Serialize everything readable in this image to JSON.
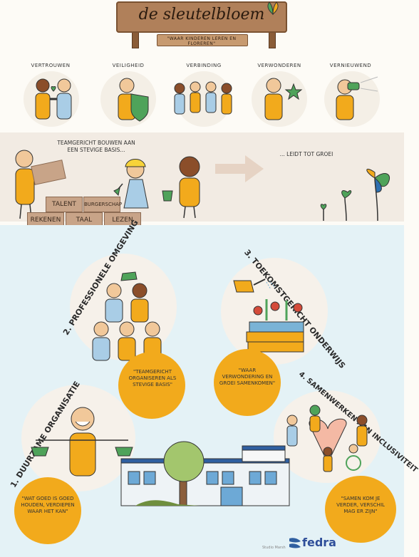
{
  "header": {
    "title": "de sleutelbloem",
    "subtitle": "\"waar kinderen leren en floreren\""
  },
  "values": [
    {
      "label": "vertrouwen",
      "icon": "handshake-icon"
    },
    {
      "label": "veiligheid",
      "icon": "shield-icon"
    },
    {
      "label": "verbinding",
      "icon": "group-icon"
    },
    {
      "label": "verwonderen",
      "icon": "star-icon"
    },
    {
      "label": "vernieuwend",
      "icon": "binoculars-icon"
    }
  ],
  "foundation": {
    "speech": "teamgericht bouwen aan een stevige basis...",
    "result": "... leidt tot groei",
    "bricks": [
      "talent",
      "burgerschap",
      "rekenen",
      "taal",
      "lezen"
    ]
  },
  "sections": [
    {
      "title": "2. professionele omgeving",
      "quote": "\"teamgericht organiseren als stevige basis\""
    },
    {
      "title": "3. toekomstgericht onderwijs",
      "quote": "\"waar verwondering en groei samenkomen\""
    },
    {
      "title": "1. duurzame organisatie",
      "quote": "\"wat goed is goed houden, verdiepen waar het kan\""
    },
    {
      "title": "4. samenwerken aan inclusiviteit",
      "quote": "\"samen kom je verder, verschil mag er zijn\""
    }
  ],
  "footer": {
    "credit": "Studio Marsh",
    "brand": "fedra"
  },
  "colors": {
    "accent_yellow": "#f2aa1c",
    "accent_blue": "#a9cde6",
    "accent_green": "#4fa35a",
    "wood": "#b0805a",
    "band_bg": "#f2ebe3",
    "lower_bg": "#e4f2f6"
  }
}
